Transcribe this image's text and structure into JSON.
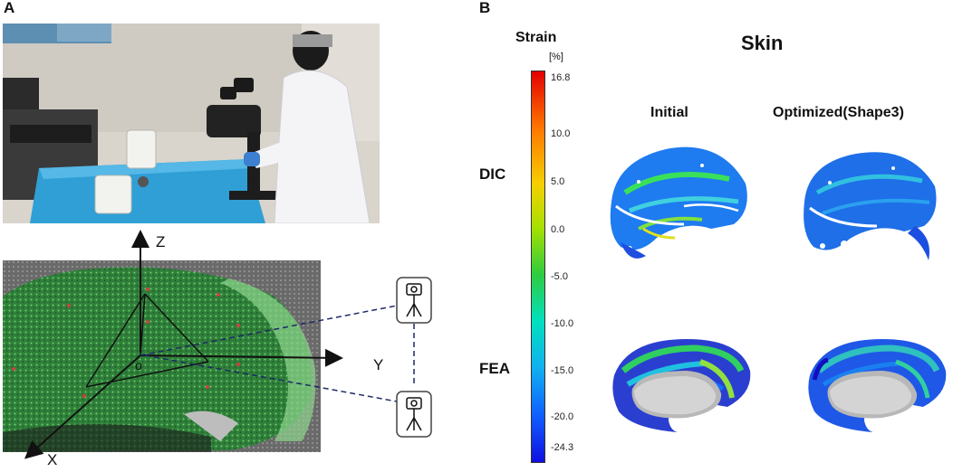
{
  "panels": {
    "a": {
      "letter": "A"
    },
    "b": {
      "letter": "B"
    }
  },
  "axes": {
    "z": "Z",
    "y": "Y",
    "x": "X",
    "origin": "o"
  },
  "colorbar": {
    "title": "Strain",
    "unit": "[%]",
    "ticks": [
      "16.8",
      "10.0",
      "5.0",
      "0.0",
      "-5.0",
      "-10.0",
      "-15.0",
      "-20.0",
      "-24.3"
    ],
    "colors": [
      "#e30000",
      "#ff7a00",
      "#f5d000",
      "#2ecc40",
      "#00e0c0",
      "#10b0f0",
      "#1060ff",
      "#1010e0"
    ]
  },
  "skin_panel": {
    "title": "Skin",
    "columns": [
      "Initial",
      "Optimized(Shape3)"
    ],
    "rows": [
      "DIC",
      "FEA"
    ]
  }
}
